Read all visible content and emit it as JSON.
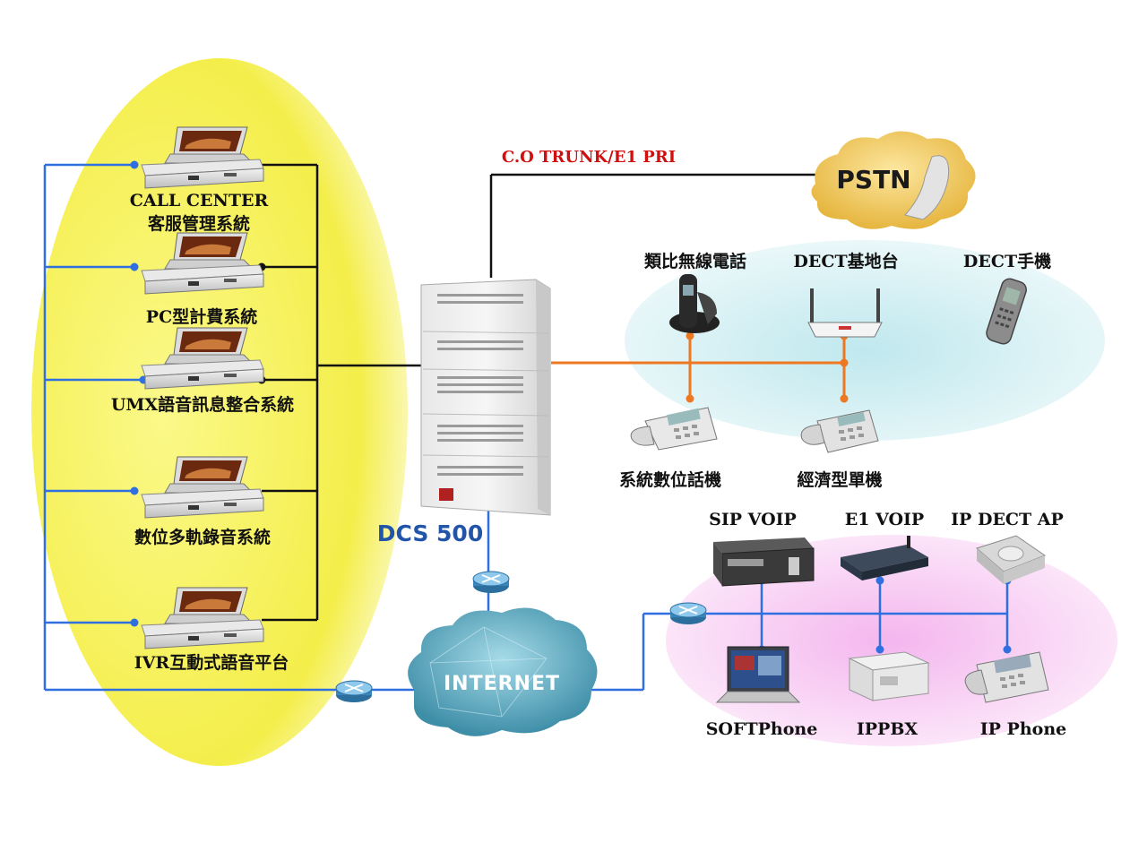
{
  "labels": {
    "trunk": "C.O TRUNK/E1 PRI",
    "pstn": "PSTN",
    "dcs": "DCS 500",
    "internet": "INTERNET",
    "call_center_1": "CALL CENTER",
    "call_center_2": "客服管理系統",
    "pc_billing": "PC型計費系統",
    "umx": "UMX語音訊息整合系統",
    "recorder": "數位多軌錄音系統",
    "ivr": "IVR互動式語音平台",
    "analog_cordless": "類比無線電話",
    "dect_base": "DECT基地台",
    "dect_handset": "DECT手機",
    "digital_phone": "系統數位話機",
    "economy_phone": "經濟型單機",
    "sip_voip": "SIP VOIP",
    "e1_voip": "E1 VOIP",
    "ip_dect_ap": "IP DECT AP",
    "softphone": "SOFTPhone",
    "ippbx": "IPPBX",
    "ip_phone": "IP Phone"
  },
  "colors": {
    "blue_line": "#2f6fe0",
    "orange_line": "#ee7722",
    "black_line": "#111111",
    "yellow_zone": "#f4f060",
    "cyan_zone": "#c9eef0",
    "pink_zone": "#f6c8f0",
    "trunk_text": "#d01010",
    "dcs_text": "#2255aa"
  }
}
